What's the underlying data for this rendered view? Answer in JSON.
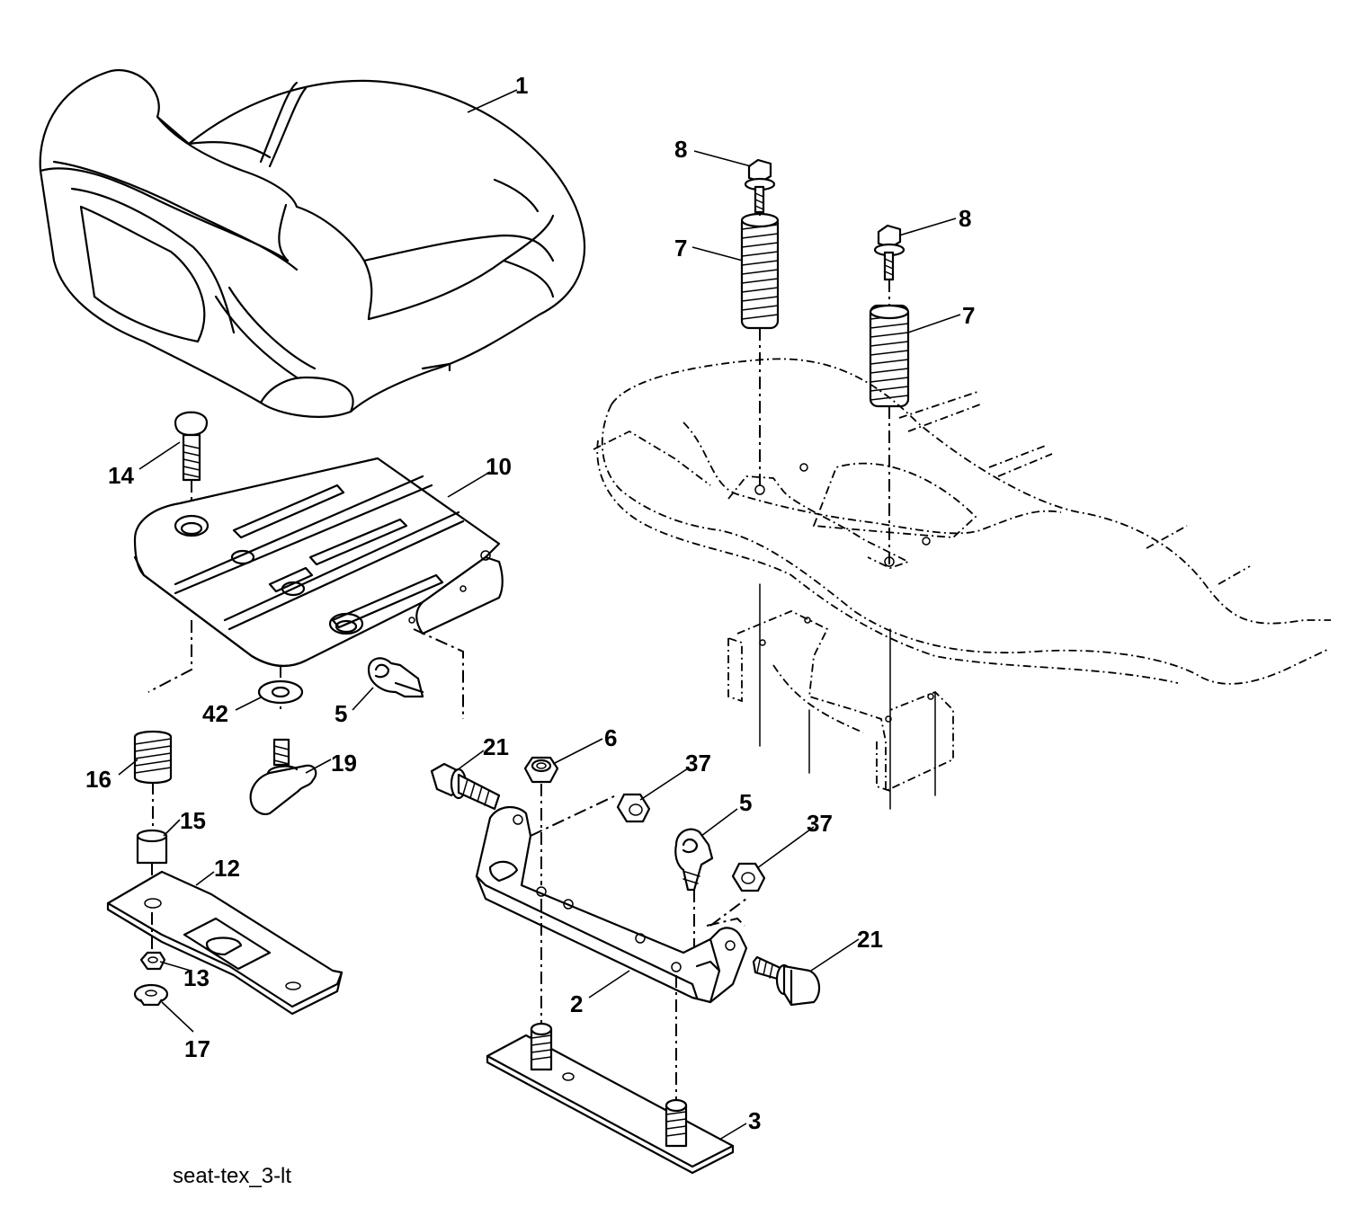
{
  "caption": "seat-tex_3-lt",
  "callouts": {
    "c1": "1",
    "c8a": "8",
    "c8b": "8",
    "c7a": "7",
    "c7b": "7",
    "c14": "14",
    "c10": "10",
    "c42": "42",
    "c5a": "5",
    "c16": "16",
    "c19": "19",
    "c21a": "21",
    "c6": "6",
    "c37a": "37",
    "c5b": "5",
    "c37b": "37",
    "c15": "15",
    "c12": "12",
    "c13": "13",
    "c17": "17",
    "c21b": "21",
    "c2": "2",
    "c3": "3"
  },
  "parts": [
    {
      "ref": "1",
      "icon": "seat-icon"
    },
    {
      "ref": "2",
      "icon": "seat-bracket-icon"
    },
    {
      "ref": "3",
      "icon": "base-plate-icon"
    },
    {
      "ref": "5",
      "icon": "wire-clip-icon"
    },
    {
      "ref": "6",
      "icon": "hex-nut-icon"
    },
    {
      "ref": "7",
      "icon": "spring-icon"
    },
    {
      "ref": "8",
      "icon": "flange-bolt-icon"
    },
    {
      "ref": "10",
      "icon": "seat-pan-icon"
    },
    {
      "ref": "12",
      "icon": "slide-plate-icon"
    },
    {
      "ref": "13",
      "icon": "lock-nut-icon"
    },
    {
      "ref": "14",
      "icon": "carriage-bolt-icon"
    },
    {
      "ref": "15",
      "icon": "spacer-icon"
    },
    {
      "ref": "16",
      "icon": "spring-icon"
    },
    {
      "ref": "17",
      "icon": "flange-nut-icon"
    },
    {
      "ref": "19",
      "icon": "wing-knob-icon"
    },
    {
      "ref": "21",
      "icon": "shoulder-bolt-icon"
    },
    {
      "ref": "37",
      "icon": "hex-nut-icon"
    },
    {
      "ref": "42",
      "icon": "washer-icon"
    }
  ]
}
